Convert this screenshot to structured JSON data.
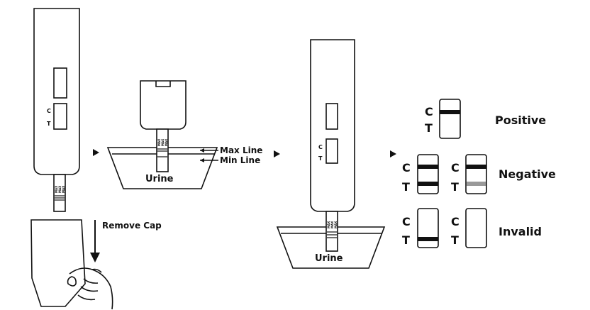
{
  "labels": {
    "max_line": "Max Line",
    "min_line": "Min Line",
    "urine": "Urine",
    "remove_cap": "Remove Cap",
    "c": "C",
    "t": "T",
    "strip_max": "MAX",
    "positive": "Positive",
    "negative": "Negative",
    "invalid": "Invalid"
  },
  "colors": {
    "ink": "#111111",
    "faint_line": "#999999",
    "background": "#ffffff"
  },
  "icons": {
    "step_arrow": "triangle-right",
    "cap_arrow": "arrow-down"
  },
  "results": {
    "positive": {
      "c_line": true,
      "t_line": false
    },
    "negative": [
      {
        "c_line": true,
        "t_line": true,
        "t_faint": false
      },
      {
        "c_line": true,
        "t_line": true,
        "t_faint": true
      }
    ],
    "invalid": [
      {
        "c_line": false,
        "t_line": true
      },
      {
        "c_line": false,
        "t_line": false
      }
    ]
  }
}
